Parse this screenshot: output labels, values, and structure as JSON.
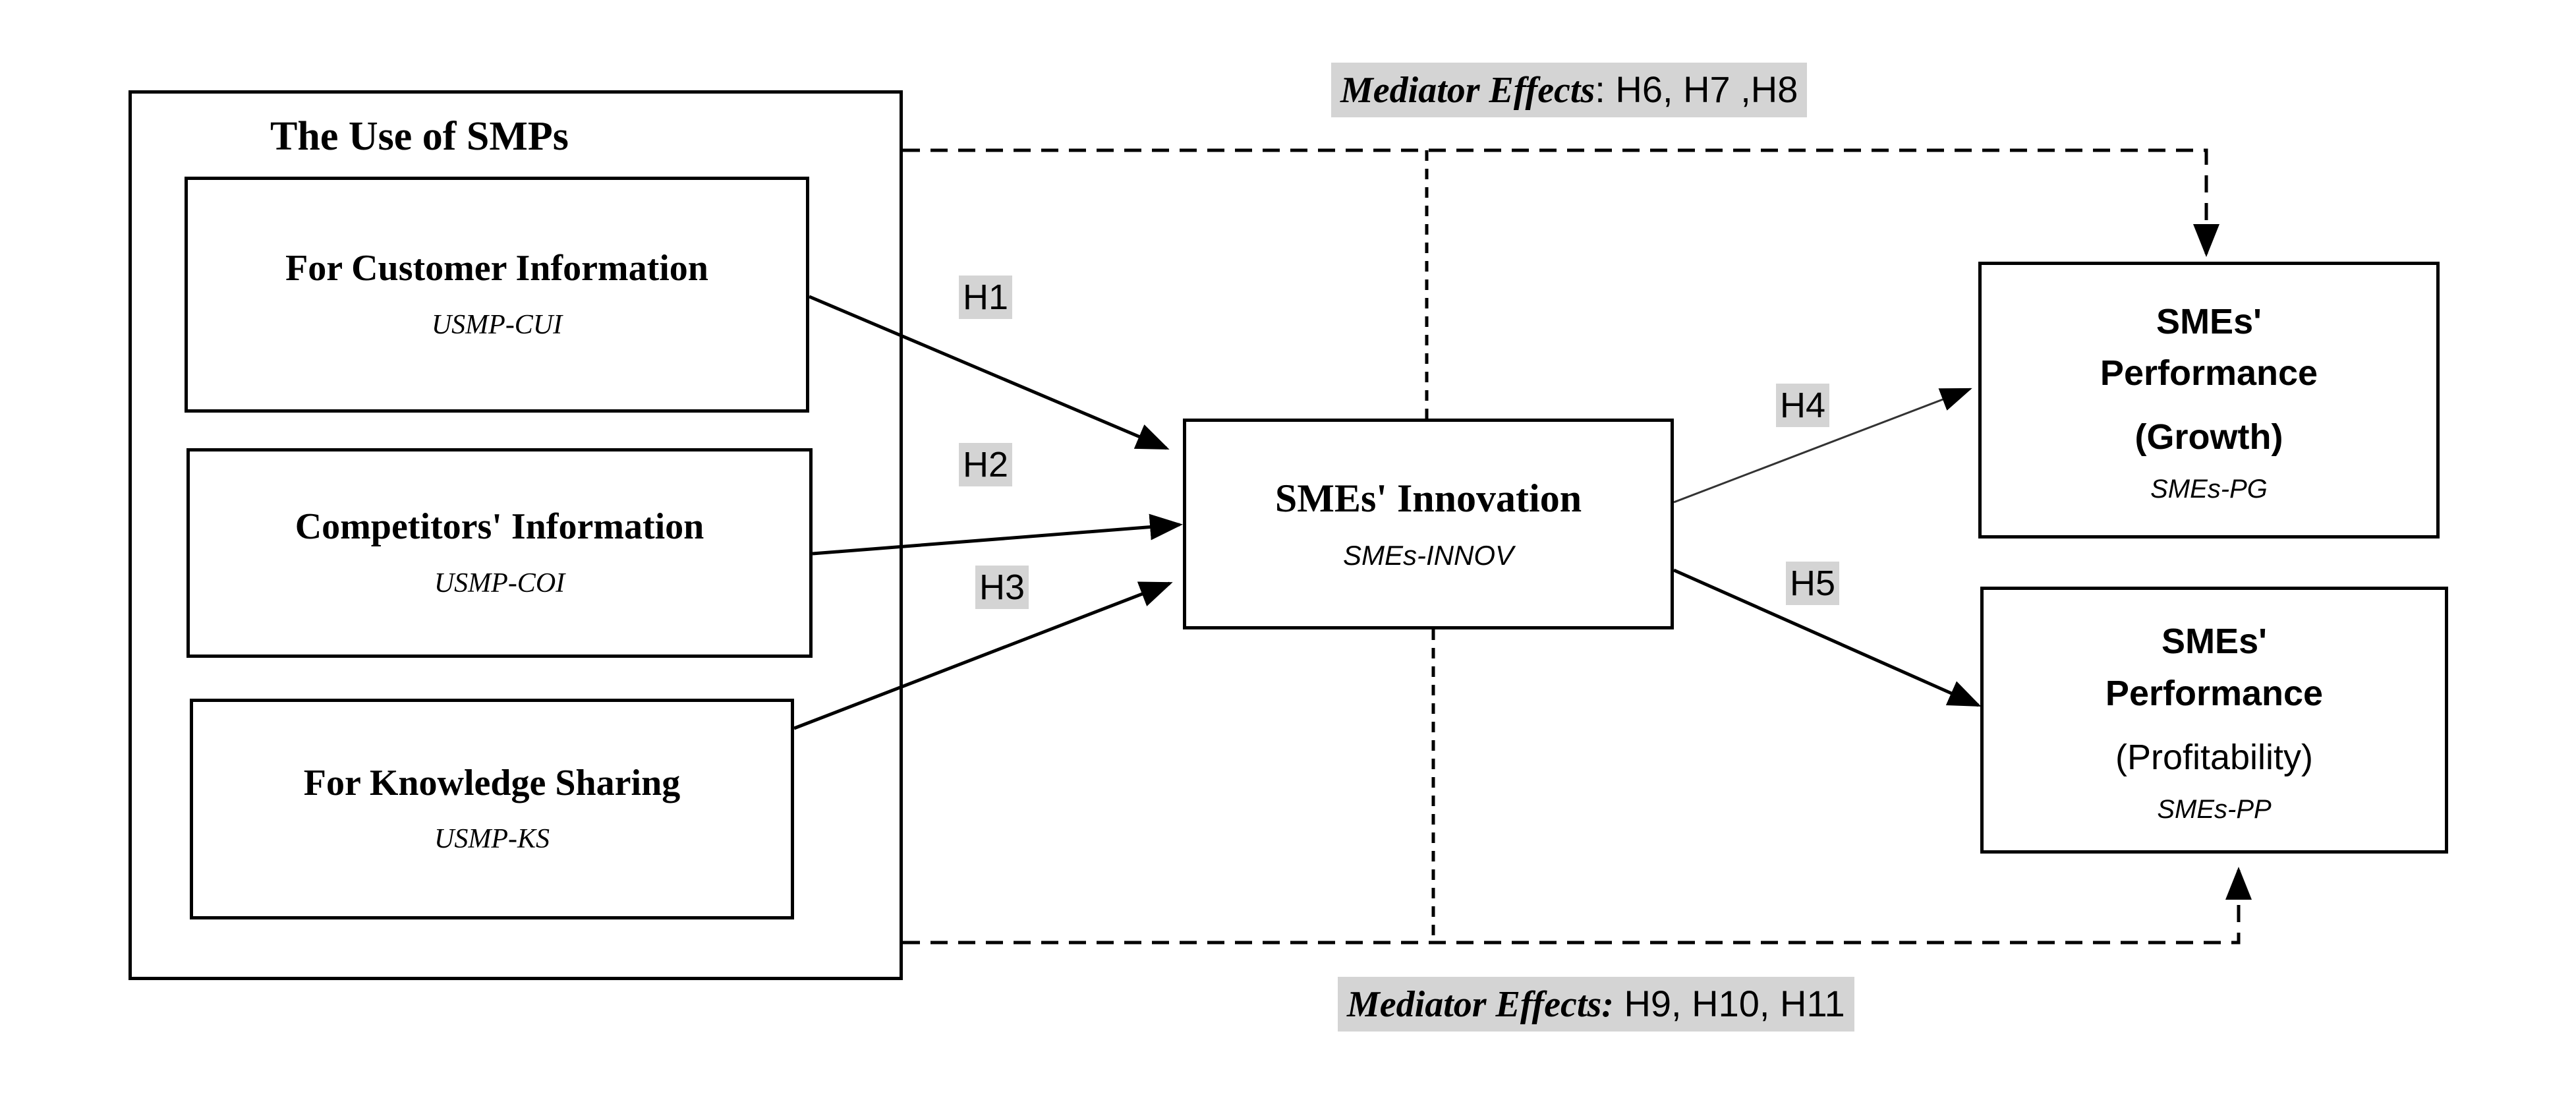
{
  "outer_title": "The Use of SMPs",
  "boxes": {
    "cui": {
      "title": "For Customer Information",
      "code": "USMP-CUI"
    },
    "coi": {
      "title": "Competitors' Information",
      "code": "USMP-COI"
    },
    "ks": {
      "title": "For Knowledge Sharing",
      "code": "USMP-KS"
    },
    "innov": {
      "title": "SMEs' Innovation",
      "code": "SMEs-INNOV"
    },
    "growth": {
      "title_line1": "SMEs'",
      "title_line2": "Performance",
      "sub": "(Growth)",
      "code": "SMEs-PG"
    },
    "profit": {
      "title_line1": "SMEs'",
      "title_line2": "Performance",
      "sub": "(Profitability)",
      "code": "SMEs-PP"
    }
  },
  "hypotheses": {
    "h1": "H1",
    "h2": "H2",
    "h3": "H3",
    "h4": "H4",
    "h5": "H5"
  },
  "mediator_top": {
    "prefix": "Mediator Effects",
    "codes": ": H6, H7 ,H8"
  },
  "mediator_bottom": {
    "prefix": "Mediator Effects:",
    "codes": " H9, H10, H11"
  }
}
